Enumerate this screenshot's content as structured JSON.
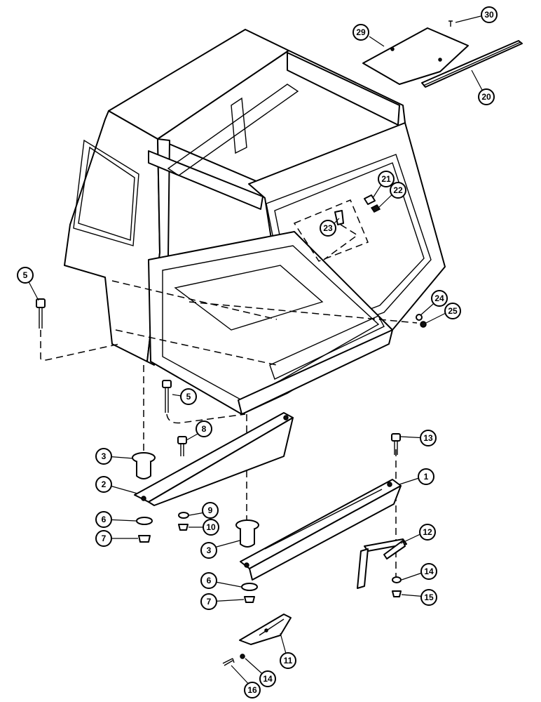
{
  "callouts": [
    "1",
    "2",
    "3",
    "3",
    "5",
    "5",
    "6",
    "6",
    "7",
    "7",
    "8",
    "9",
    "10",
    "11",
    "12",
    "13",
    "14",
    "14",
    "15",
    "16",
    "20",
    "21",
    "22",
    "23",
    "24",
    "25",
    "29",
    "30"
  ],
  "colors": {
    "line": "#000000",
    "background": "#ffffff"
  }
}
